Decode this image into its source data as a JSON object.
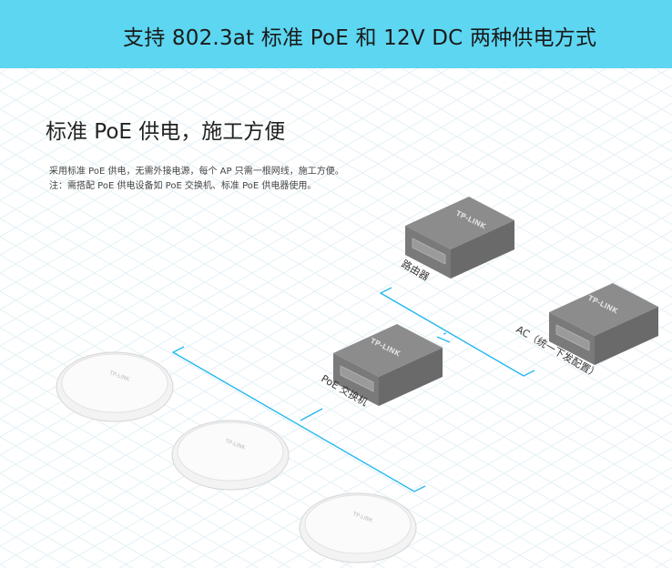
{
  "banner": {
    "title": "支持 802.3at 标准 PoE 和 12V DC 两种供电方式"
  },
  "section": {
    "heading": "标准 PoE 供电，施工方便",
    "description": [
      "采用标准 PoE 供电，无需外接电源，每个 AP 只需一根网线，施工方便。",
      "注：需搭配 PoE 供电设备如 PoE 交换机、标准 PoE 供电器使用。"
    ]
  },
  "devices": {
    "router": {
      "label": "路由器",
      "brand": "TP-LINK"
    },
    "ac": {
      "label": "AC（统一下发配置）",
      "brand": "TP-LINK"
    },
    "switch": {
      "label": "PoE 交换机",
      "brand": "TP-LINK"
    },
    "ap_brand": "TP-LINK"
  },
  "colors": {
    "banner": "#5dd6f1",
    "cable": "#27b8ef",
    "device": "#8a8a8a",
    "grid": "#e4f1f6"
  }
}
